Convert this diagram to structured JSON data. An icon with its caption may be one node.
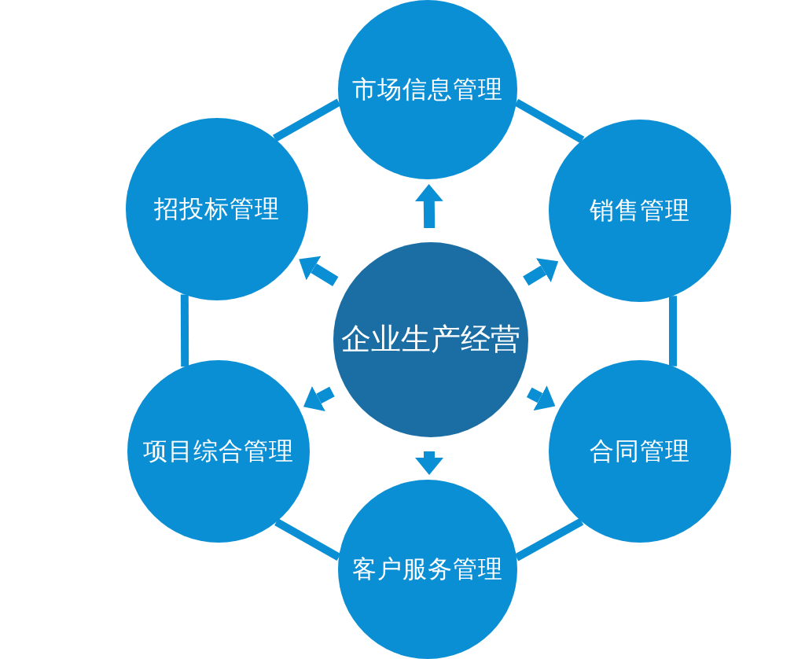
{
  "diagram": {
    "nodes": [
      {
        "text": [
          "企业生产经营"
        ]
      },
      {
        "text": [
          "市场信息管理"
        ]
      },
      {
        "text": [
          "销售管理"
        ]
      },
      {
        "text": [
          "合同管理"
        ]
      },
      {
        "text": [
          "客户服务管理"
        ]
      },
      {
        "text": [
          "项目综合管理"
        ]
      },
      {
        "text": [
          "招投标管理"
        ]
      }
    ],
    "edges": [
      {
        "from": 0,
        "to": 1,
        "arrow": "to"
      },
      {
        "from": 0,
        "to": 2,
        "arrow": "to"
      },
      {
        "from": 0,
        "to": 3,
        "arrow": "to"
      },
      {
        "from": 0,
        "to": 4,
        "arrow": "to"
      },
      {
        "from": 0,
        "to": 5,
        "arrow": "to"
      },
      {
        "from": 0,
        "to": 6,
        "arrow": "to"
      },
      {
        "from": 1,
        "to": 2,
        "arrow": "none"
      },
      {
        "from": 2,
        "to": 3,
        "arrow": "none"
      },
      {
        "from": 3,
        "to": 4,
        "arrow": "none"
      },
      {
        "from": 4,
        "to": 5,
        "arrow": "none"
      },
      {
        "from": 5,
        "to": 6,
        "arrow": "none"
      },
      {
        "from": 6,
        "to": 1,
        "arrow": "none"
      }
    ]
  }
}
